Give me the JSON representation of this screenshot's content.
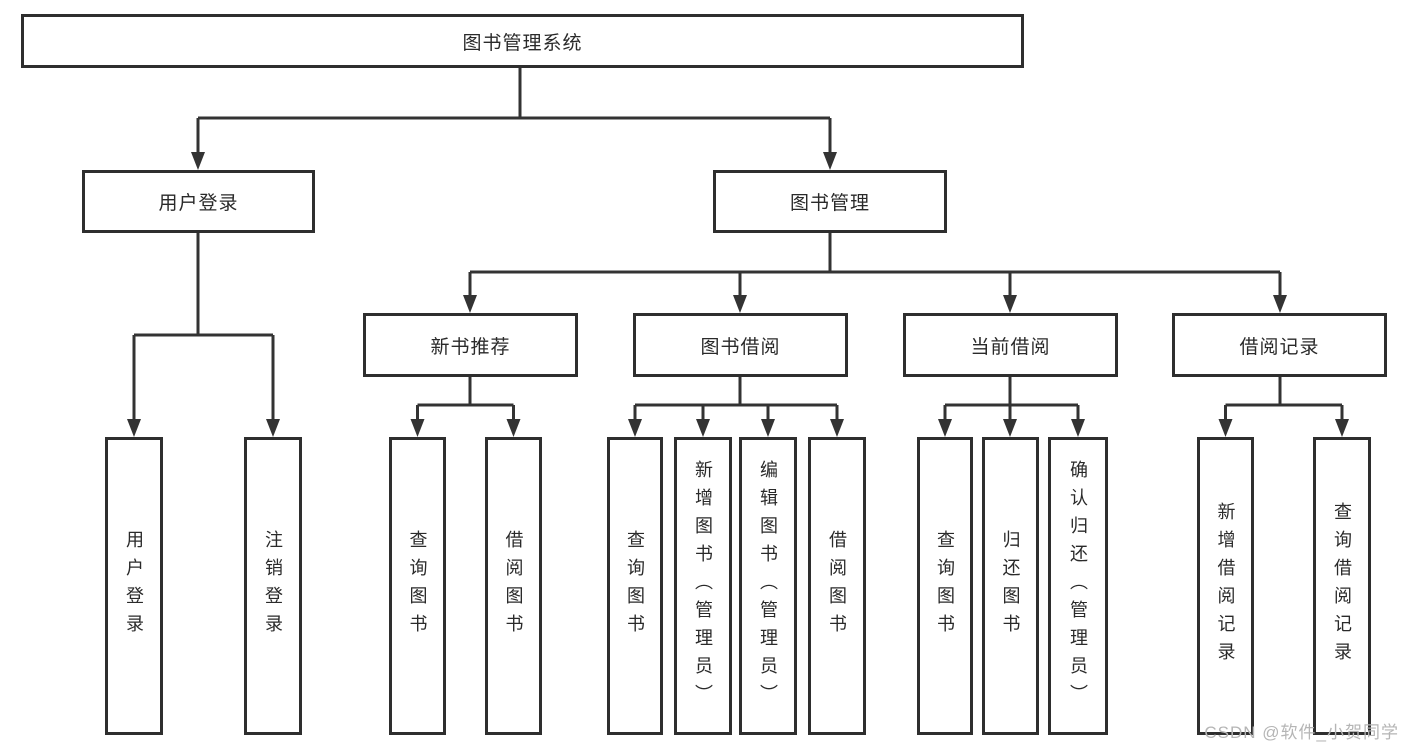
{
  "diagram": {
    "root": {
      "label": "图书管理系统"
    },
    "level2": [
      {
        "label": "用户登录"
      },
      {
        "label": "图书管理"
      }
    ],
    "level3": [
      {
        "label": "新书推荐",
        "parent": "图书管理"
      },
      {
        "label": "图书借阅",
        "parent": "图书管理"
      },
      {
        "label": "当前借阅",
        "parent": "图书管理"
      },
      {
        "label": "借阅记录",
        "parent": "图书管理"
      }
    ],
    "leaves": [
      {
        "label": "用户登录",
        "parent": "用户登录"
      },
      {
        "label": "注销登录",
        "parent": "用户登录"
      },
      {
        "label": "查询图书",
        "parent": "新书推荐"
      },
      {
        "label": "借阅图书",
        "parent": "新书推荐"
      },
      {
        "label": "查询图书",
        "parent": "图书借阅"
      },
      {
        "label": "新增图书（管理员）",
        "parent": "图书借阅"
      },
      {
        "label": "编辑图书（管理员）",
        "parent": "图书借阅"
      },
      {
        "label": "借阅图书",
        "parent": "图书借阅"
      },
      {
        "label": "查询图书",
        "parent": "当前借阅"
      },
      {
        "label": "归还图书",
        "parent": "当前借阅"
      },
      {
        "label": "确认归还（管理员）",
        "parent": "当前借阅"
      },
      {
        "label": "新增借阅记录",
        "parent": "借阅记录"
      },
      {
        "label": "查询借阅记录",
        "parent": "借阅记录"
      }
    ],
    "watermark": "CSDN @软件_小贺同学",
    "colors": {
      "line": "#333333",
      "box_border": "#2e2e2e",
      "text": "#2a2a2a",
      "watermark": "#b5b5b5",
      "background": "#ffffff"
    }
  }
}
